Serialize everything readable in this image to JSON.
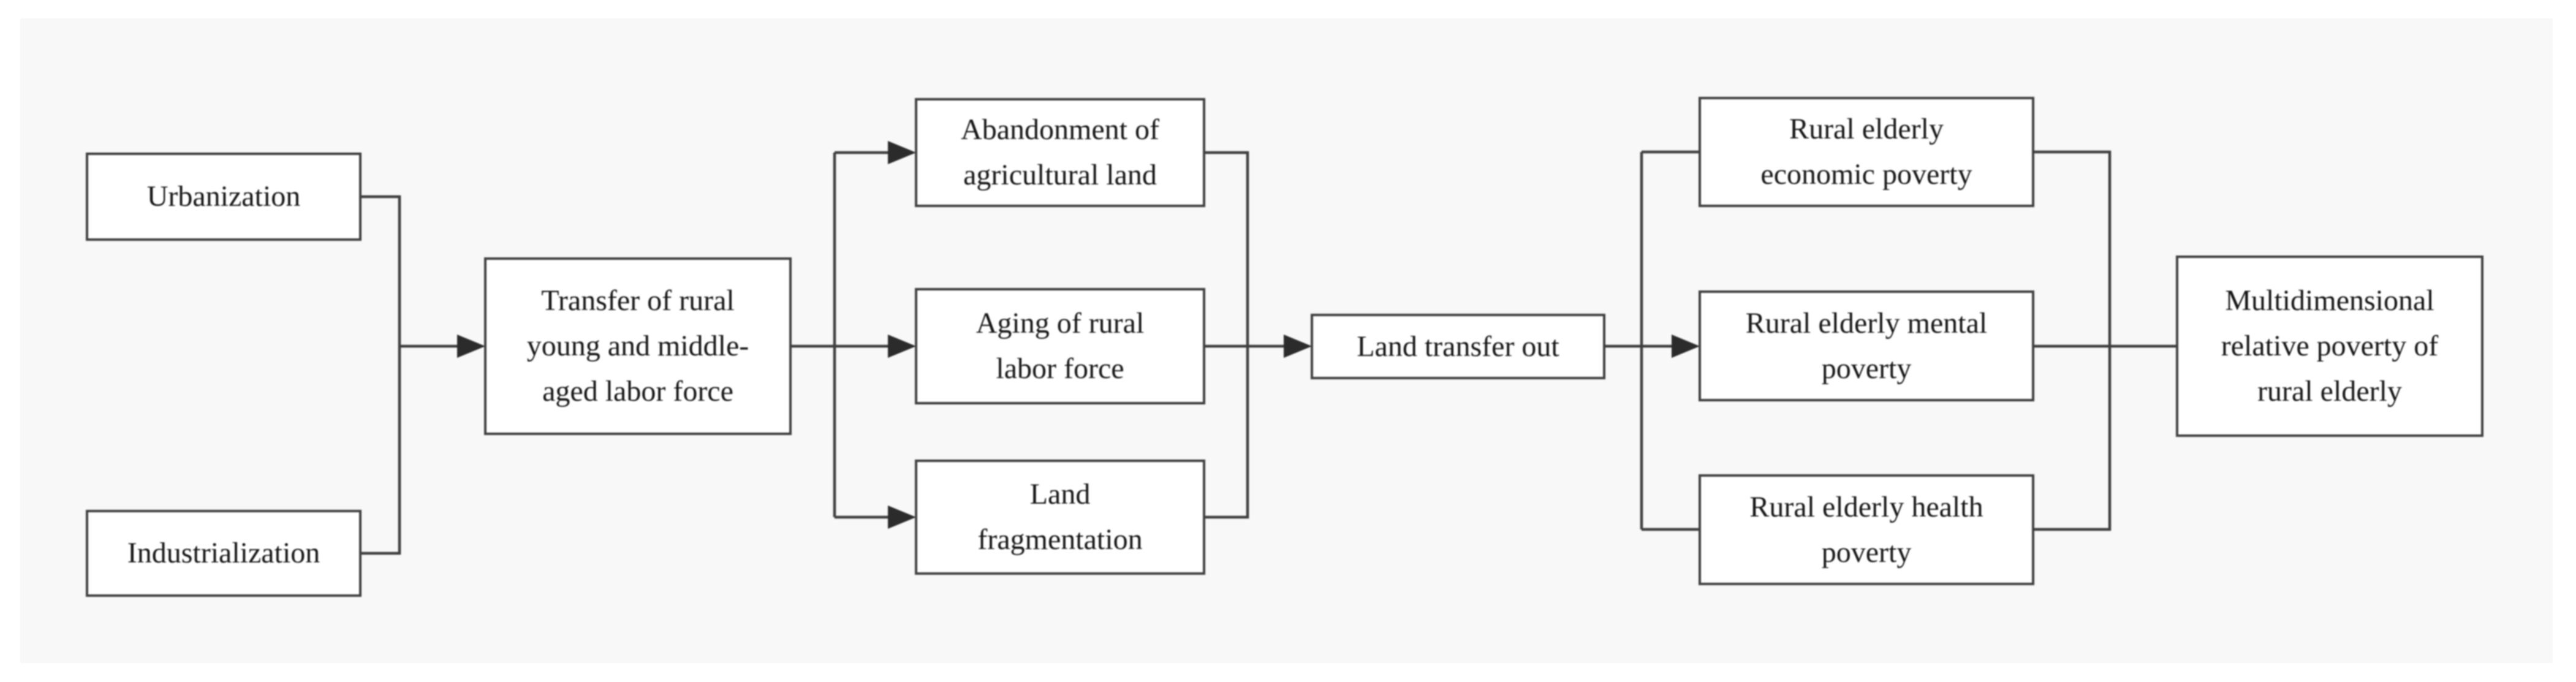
{
  "figure": {
    "kind": "flowchart",
    "background_color": "#f8f8f8",
    "line_color": "#3f3f3f",
    "box_border_color": "#414141",
    "box_fill_color": "#ffffff",
    "text_color": "#161616"
  },
  "diagram": {
    "nodes": {
      "urbanization": {
        "label": "Urbanization",
        "lines": [
          "Urbanization"
        ]
      },
      "industrialization": {
        "label": "Industrialization",
        "lines": [
          "Industrialization"
        ]
      },
      "transfer": {
        "label": "Transfer of rural young and middle-aged labor force",
        "lines": [
          "Transfer of rural",
          "young and middle-",
          "aged labor force"
        ]
      },
      "abandonment": {
        "label": "Abandonment of agricultural land",
        "lines": [
          "Abandonment of",
          "agricultural land"
        ]
      },
      "aging": {
        "label": "Aging of rural labor force",
        "lines": [
          "Aging of rural",
          "labor force"
        ]
      },
      "land_fragmentation": {
        "label": "Land fragmentation",
        "lines": [
          "Land",
          "fragmentation"
        ]
      },
      "land_transfer_out": {
        "label": "Land transfer out",
        "lines": [
          "Land transfer out"
        ]
      },
      "economic_poverty": {
        "label": "Rural elderly economic poverty",
        "lines": [
          "Rural elderly",
          "economic poverty"
        ]
      },
      "mental_poverty": {
        "label": "Rural elderly mental poverty",
        "lines": [
          "Rural elderly mental",
          "poverty"
        ]
      },
      "health_poverty": {
        "label": "Rural elderly health poverty",
        "lines": [
          "Rural elderly health",
          "poverty"
        ]
      },
      "multidimensional": {
        "label": "Multidimensional relative poverty of rural elderly",
        "lines": [
          "Multidimensional",
          "relative poverty of",
          "rural elderly"
        ]
      }
    },
    "edges": [
      {
        "from": "urbanization",
        "to": "transfer",
        "arrow": true
      },
      {
        "from": "industrialization",
        "to": "transfer",
        "arrow": true
      },
      {
        "from": "transfer",
        "to": "abandonment",
        "arrow": true
      },
      {
        "from": "transfer",
        "to": "aging",
        "arrow": true
      },
      {
        "from": "transfer",
        "to": "land_fragmentation",
        "arrow": true
      },
      {
        "from": "abandonment",
        "to": "land_transfer_out",
        "arrow": false
      },
      {
        "from": "aging",
        "to": "land_transfer_out",
        "arrow": true
      },
      {
        "from": "land_fragmentation",
        "to": "land_transfer_out",
        "arrow": false
      },
      {
        "from": "land_transfer_out",
        "to": "economic_poverty",
        "arrow": false
      },
      {
        "from": "land_transfer_out",
        "to": "mental_poverty",
        "arrow": true
      },
      {
        "from": "land_transfer_out",
        "to": "health_poverty",
        "arrow": false
      },
      {
        "from": "economic_poverty",
        "to": "multidimensional",
        "arrow": false
      },
      {
        "from": "mental_poverty",
        "to": "multidimensional",
        "arrow": false
      },
      {
        "from": "health_poverty",
        "to": "multidimensional",
        "arrow": false
      }
    ]
  }
}
